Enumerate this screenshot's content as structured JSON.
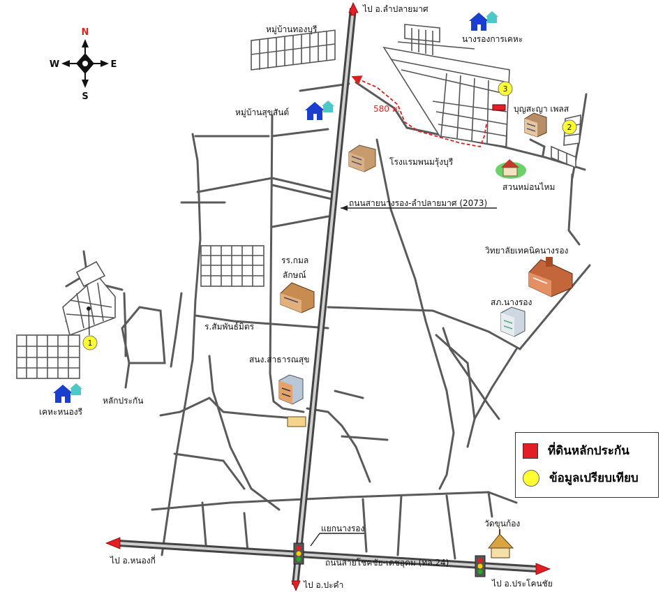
{
  "compass": {
    "north": "N",
    "south": "S",
    "east": "E",
    "west": "W"
  },
  "directions": {
    "north_top": "ไป อ.ลำปลายมาศ",
    "south": "ไป อ.ปะคำ",
    "west": "ไป อ.หนองกี่",
    "east": "ไป อ.ประโคนชัย"
  },
  "roads": {
    "main_north_south": "ถนนสายนางรอง-ลำปลายมาศ (2073)",
    "main_east_west": "ถนนสายโชคชัย-เดชอุดม (ทล.24)",
    "junction": "แยกนางรอง",
    "school_road": "ร.สัมพันธ์มิตร"
  },
  "places": {
    "thong_buri": "หมู่บ้านทองบุรี",
    "nangrong_housing": "นางรองการเคหะ",
    "suksan": "หมู่บ้านสุขสันต์",
    "hotel": "โรงแรมพนมรุ้งบุรี",
    "boonsanya": "บุญสะญา เพลส",
    "garden": "สวนหม่อนไหม",
    "tech_college": "วิทยาลัยเทคนิคนางรอง",
    "police": "สภ.นางรอง",
    "school_line1": "รร.กมล",
    "school_line2": "ลักษณ์",
    "health": "สนง.สาธารณสุข",
    "housing_nongree": "เคหะหนองรี",
    "collateral": "หลักประกัน",
    "temple": "วัดขุนก้อง"
  },
  "distance_label": "580 ม.",
  "markers": {
    "m1": "1",
    "m2": "2",
    "m3": "3"
  },
  "legend": {
    "collateral_land": "ที่ดินหลักประกัน",
    "comparison_data": "ข้อมูลเปรียบเทียบ"
  },
  "colors": {
    "collateral": "#e41e26",
    "comparison": "#ffff33",
    "arrow": "#d82020",
    "house": "#1a3fcf"
  }
}
